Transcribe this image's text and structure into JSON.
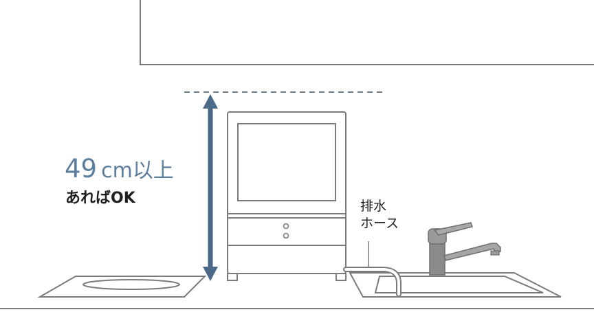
{
  "annotations": {
    "height_value": "49",
    "height_unit": "cm以上",
    "ok_text": "あればOK",
    "hose_line1": "排水",
    "hose_line2": "ホース"
  },
  "colors": {
    "accent": "#4a6888",
    "label_accent": "#5c7f9e",
    "line": "#7a7a7a",
    "dashed": "#6c7d8c",
    "text": "#1f1f1f"
  }
}
